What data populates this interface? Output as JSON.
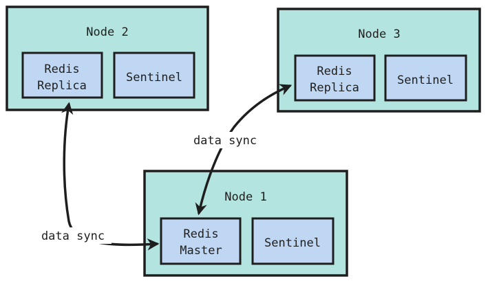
{
  "nodes": {
    "node2": {
      "title": "Node 2",
      "replica": {
        "line1": "Redis",
        "line2": "Replica"
      },
      "sentinel": "Sentinel"
    },
    "node3": {
      "title": "Node 3",
      "replica": {
        "line1": "Redis",
        "line2": "Replica"
      },
      "sentinel": "Sentinel"
    },
    "node1": {
      "title": "Node 1",
      "master": {
        "line1": "Redis",
        "line2": "Master"
      },
      "sentinel": "Sentinel"
    }
  },
  "edges": {
    "sync_left": "data sync",
    "sync_right": "data sync"
  },
  "colors": {
    "node_fill": "#b4e4df",
    "component_fill": "#bfd7f2",
    "stroke": "#1e1e1e"
  }
}
